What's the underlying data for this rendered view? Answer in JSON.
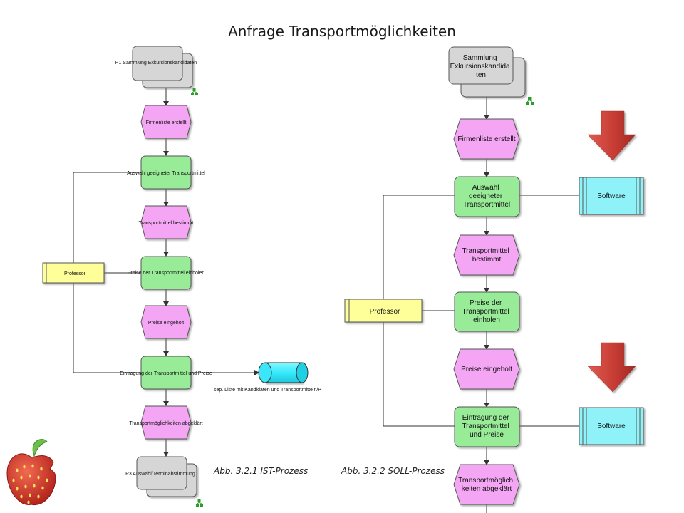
{
  "title": "Anfrage Transportmöglichkeiten",
  "ist": {
    "start": "P1 Sammlung Exkursionskandidaten",
    "e1": "Firmenliste erstellt",
    "f1": "Auswahl geeigneter Transportmittel",
    "e2": "Transportmittel bestimmt",
    "f2": "Preise der Transportmittel einholen",
    "e3": "Preise eingeholt",
    "f3": "Eintragung der Transportmittel und Preise",
    "e4": "Transportmöglichkeiten abgeklärt",
    "end": "P3 Auswahl/Terminabstimmung",
    "role": "Professor",
    "doc": "sep. Liste mit Kandidaten und Transportmitteln/P"
  },
  "soll": {
    "start": [
      "Sammlung",
      "Exkursionskandida",
      "ten"
    ],
    "e1": [
      "Firmenliste erstellt"
    ],
    "f1": [
      "Auswahl",
      "geeigneter",
      "Transportmittel"
    ],
    "e2": [
      "Transportmittel",
      "bestimmt"
    ],
    "f2": [
      "Preise der",
      "Transportmittel",
      "einholen"
    ],
    "e3": [
      "Preise eingeholt"
    ],
    "f3": [
      "Eintragung der",
      "Transportmittel",
      "und Preise"
    ],
    "e4": [
      "Transportmöglich",
      "keiten abgeklärt"
    ],
    "role": "Professor",
    "software1": "Software",
    "software2": "Software"
  },
  "captions": {
    "ist": "Abb. 3.2.1  IST-Prozess",
    "soll": "Abb. 3.2.2  SOLL-Prozess"
  },
  "colors": {
    "event": "#f4a6f4",
    "function": "#98ec98",
    "process": "#d6d6d6",
    "role": "#ffff99",
    "software": "#8ff2f8",
    "datastore": "#40f0ff",
    "big_arrow": "#c8403a"
  },
  "icons": [
    "process-link-icon",
    "down-arrow-icon",
    "strawberry-apple-logo"
  ]
}
